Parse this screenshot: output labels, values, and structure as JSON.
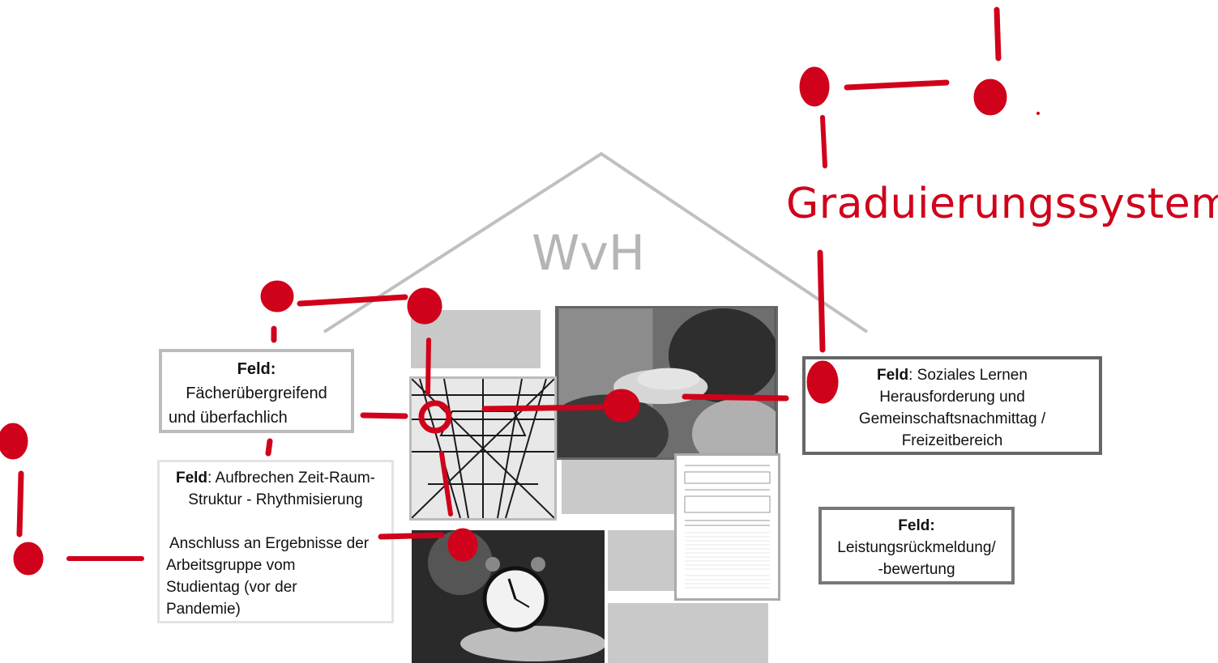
{
  "title": "Graduierungssystem",
  "house_label": "WvH",
  "field_prefix": "Feld:",
  "field_word": "Feld",
  "fields": {
    "faecher": {
      "line1": "Fächerübergreifend",
      "line2": "und überfachlich"
    },
    "zeitraum": {
      "heading_rest": ": Aufbrechen Zeit-Raum-",
      "line2": "Struktur - Rhythmisierung",
      "line3": "Anschluss an Ergebnisse der",
      "line4": "Arbeitsgruppe vom",
      "line5": "Studientag (vor der",
      "line6": "Pandemie)"
    },
    "sozial": {
      "heading_rest": ": Soziales Lernen",
      "line2": "Herausforderung und",
      "line3": "Gemeinschaftsnachmittag /",
      "line4": "Freizeitbereich"
    },
    "leistung": {
      "line1": "Leistungsrückmeldung/",
      "line2": "-bewertung"
    }
  },
  "colors": {
    "accent": "#d0021b",
    "house": "#c0c0c0",
    "block": "#c9c9c9",
    "border": "#666666"
  }
}
